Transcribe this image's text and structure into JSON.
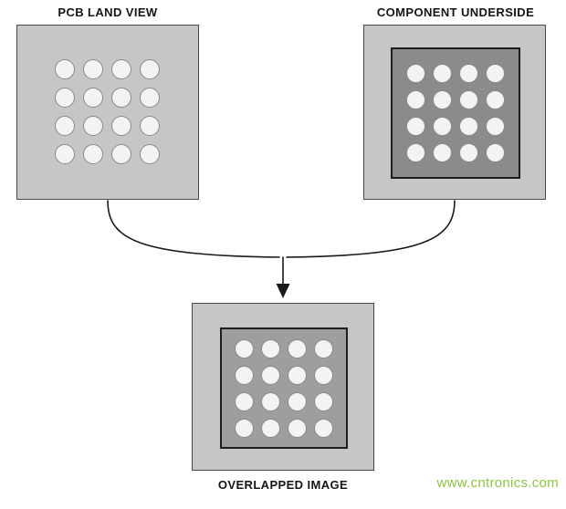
{
  "labels": {
    "pcb_land_view": "PCB LAND VIEW",
    "component_underside": "COMPONENT UNDERSIDE",
    "overlapped_image": "OVERLAPPED IMAGE"
  },
  "watermark": "www.cntronics.com",
  "grids": {
    "pcb": {
      "rows": 4,
      "cols": 4
    },
    "component": {
      "rows": 4,
      "cols": 4
    },
    "overlapped": {
      "rows": 4,
      "cols": 4
    }
  },
  "colors": {
    "outer_box": "#c6c6c6",
    "inner_box_component": "#8b8b8b",
    "inner_box_overlapped": "#9e9e9e",
    "pad_fill": "#f3f3f3",
    "pad_border": "#8a8a8a",
    "box_border": "#4a4a4a",
    "connector": "#1a1a1a",
    "watermark_green": "#8cc63e"
  }
}
